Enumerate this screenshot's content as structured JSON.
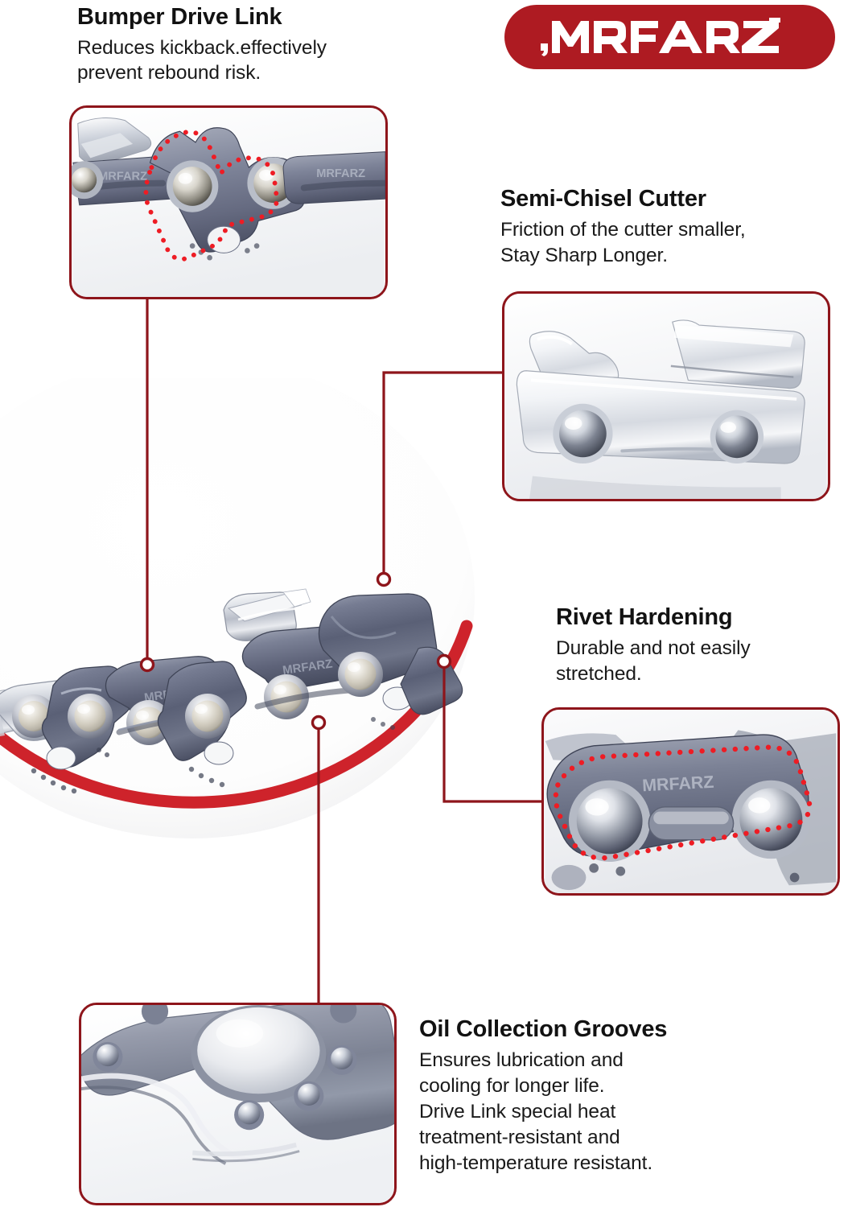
{
  "brand": {
    "logo_text": "MRFARZ",
    "logo_bg_color": "#AE1B22",
    "logo_text_color": "#FFFFFF"
  },
  "colors": {
    "accent_red": "#AE1B22",
    "line_red": "#8E151B",
    "dotted_outline_red": "#EE1C24",
    "arc_red": "#CC1A22",
    "body_text": "#151515",
    "background": "#FFFFFF",
    "metal_light": "#E8EBEF",
    "metal_mid": "#8E93A4",
    "metal_dark": "#4A4F62"
  },
  "features": [
    {
      "id": "bumper-drive-link",
      "title": "Bumper Drive Link",
      "desc_lines": [
        "Reduces kickback.effectively",
        "prevent rebound risk."
      ],
      "inset_name": "inset-bumper-drive-link",
      "engraving": "MRFARZ",
      "has_dotted_highlight": true
    },
    {
      "id": "semi-chisel-cutter",
      "title": "Semi-Chisel Cutter",
      "desc_lines": [
        "Friction of the cutter smaller,",
        "Stay Sharp Longer."
      ],
      "inset_name": "inset-semi-chisel-cutter",
      "engraving": "",
      "has_dotted_highlight": false
    },
    {
      "id": "rivet-hardening",
      "title": "Rivet Hardening",
      "desc_lines": [
        "Durable and not easily",
        "stretched."
      ],
      "inset_name": "inset-rivet-hardening",
      "engraving": "MRFARZ",
      "has_dotted_highlight": true
    },
    {
      "id": "oil-collection-grooves",
      "title": "Oil Collection Grooves",
      "desc_lines": [
        "Ensures lubrication and",
        "cooling for longer life.",
        "Drive Link special heat",
        "treatment-resistant and",
        "high-temperature resistant."
      ],
      "inset_name": "inset-oil-collection-grooves",
      "engraving": "",
      "has_dotted_highlight": false
    }
  ],
  "hero": {
    "name": "chainsaw-chain-photo",
    "engraving": "MRFARZ",
    "callout_points": 4
  }
}
